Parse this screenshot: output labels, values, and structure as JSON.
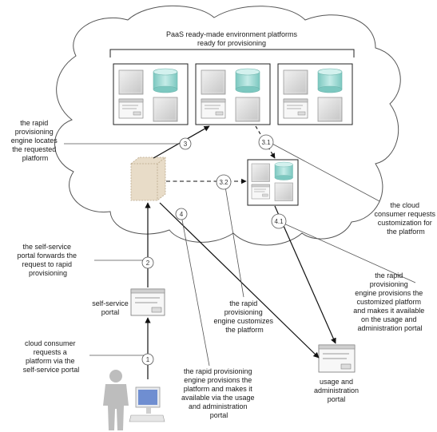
{
  "title": {
    "line1": "PaaS ready-made environment platforms",
    "line2": "ready for provisioning"
  },
  "steps": {
    "s1": "1",
    "s2": "2",
    "s3": "3",
    "s3_1": "3.1",
    "s3_2": "3.2",
    "s4": "4",
    "s4_1": "4.1"
  },
  "annotations": {
    "locate": [
      "the rapid",
      "provisioning",
      "engine locates",
      "the requested",
      "platform"
    ],
    "forward": [
      "the self-service",
      "portal forwards the",
      "request to rapid",
      "provisioning"
    ],
    "request": [
      "cloud consumer",
      "requests a",
      "platform via the",
      "self-service portal"
    ],
    "customize_request": [
      "the cloud",
      "consumer requests",
      "customization for",
      "the platform"
    ],
    "customizes": [
      "the rapid",
      "provisioning",
      "engine customizes",
      "the platform"
    ],
    "provisions_custom": [
      "the rapid",
      "provisioning",
      "engine provisions the",
      "customized platform",
      "and makes it available",
      "on the usage and",
      "administration portal"
    ],
    "provisions": [
      "the rapid provisioning",
      "engine provisions the",
      "platform and makes it",
      "available via the usage",
      "and administration",
      "portal"
    ]
  },
  "components": {
    "self_service_portal": [
      "self-service",
      "portal"
    ],
    "usage_portal": [
      "usage and",
      "administration",
      "portal"
    ]
  },
  "icons": {
    "cloud": "cloud-boundary-icon",
    "platform": "platform-environment-icon",
    "server": "server-icon",
    "database": "database-icon",
    "form": "form-window-icon",
    "engine": "rapid-provisioning-engine-icon",
    "consumer": "cloud-consumer-icon",
    "workstation": "workstation-icon"
  },
  "colors": {
    "cloud_stroke": "#444444",
    "database_fill": "#9fd8d2",
    "engine_fill": "#e8dcc8",
    "server_fill": "#d8d8d8",
    "person_fill": "#bdbdbd"
  }
}
